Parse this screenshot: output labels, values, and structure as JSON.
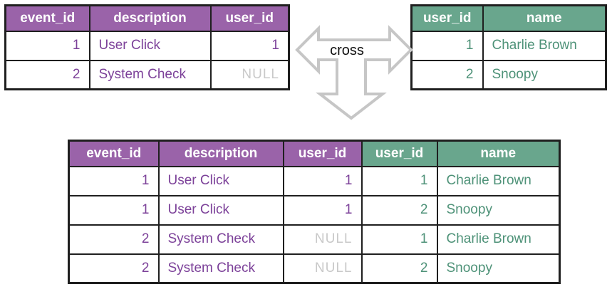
{
  "arrow": {
    "label": "cross"
  },
  "colors": {
    "purple_header": "#9a63a9",
    "purple_text": "#7c4199",
    "green_header": "#69a68d",
    "green_text": "#4e9278",
    "null_text": "#c9c9c9",
    "border": "#1f1f1f",
    "arrow_outline": "#c6c6c6"
  },
  "tables": {
    "left": {
      "columns": [
        {
          "label": "event_id",
          "theme": "purple",
          "align": "right",
          "width": 118
        },
        {
          "label": "description",
          "theme": "purple",
          "align": "left",
          "width": 170
        },
        {
          "label": "user_id",
          "theme": "purple",
          "align": "right",
          "width": 110
        }
      ],
      "rows": [
        [
          "1",
          "User Click",
          "1"
        ],
        [
          "2",
          "System Check",
          "NULL"
        ]
      ]
    },
    "right": {
      "columns": [
        {
          "label": "user_id",
          "theme": "green",
          "align": "right",
          "width": 100
        },
        {
          "label": "name",
          "theme": "green",
          "align": "left",
          "width": 173
        }
      ],
      "rows": [
        [
          "1",
          "Charlie Brown"
        ],
        [
          "2",
          "Snoopy"
        ]
      ]
    },
    "result": {
      "columns": [
        {
          "label": "event_id",
          "theme": "purple",
          "align": "right",
          "width": 126
        },
        {
          "label": "description",
          "theme": "purple",
          "align": "left",
          "width": 175
        },
        {
          "label": "user_id",
          "theme": "purple",
          "align": "right",
          "width": 110
        },
        {
          "label": "user_id",
          "theme": "green",
          "align": "right",
          "width": 106
        },
        {
          "label": "name",
          "theme": "green",
          "align": "left",
          "width": 172
        }
      ],
      "rows": [
        [
          "1",
          "User Click",
          "1",
          "1",
          "Charlie Brown"
        ],
        [
          "1",
          "User Click",
          "1",
          "2",
          "Snoopy"
        ],
        [
          "2",
          "System Check",
          "NULL",
          "1",
          "Charlie Brown"
        ],
        [
          "2",
          "System Check",
          "NULL",
          "2",
          "Snoopy"
        ]
      ]
    }
  }
}
